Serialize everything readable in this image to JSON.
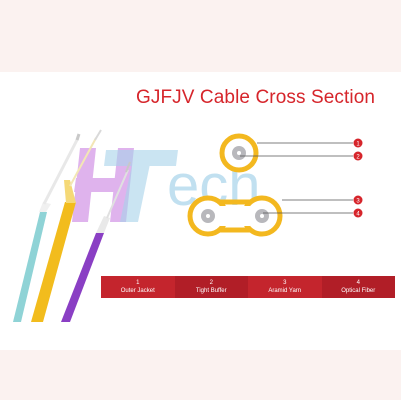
{
  "title": "GJFJV Cable Cross Section",
  "watermark": "HTech",
  "colors": {
    "accent_red": "#d6252b",
    "ring_yellow": "#f3b81f",
    "fiber_gray": "#b8b8bc",
    "band_pink": "#fbf2f0",
    "legend_red": "#c4252d"
  },
  "markers": [
    "1",
    "2",
    "3",
    "4"
  ],
  "legend": [
    {
      "number": "1",
      "label": "Outer Jacket"
    },
    {
      "number": "2",
      "label": "Tight Buffer"
    },
    {
      "number": "3",
      "label": "Aramid Yarn"
    },
    {
      "number": "4",
      "label": "Optical Fiber"
    }
  ],
  "cables": [
    "aqua-cable",
    "yellow-cable",
    "purple-cable"
  ]
}
